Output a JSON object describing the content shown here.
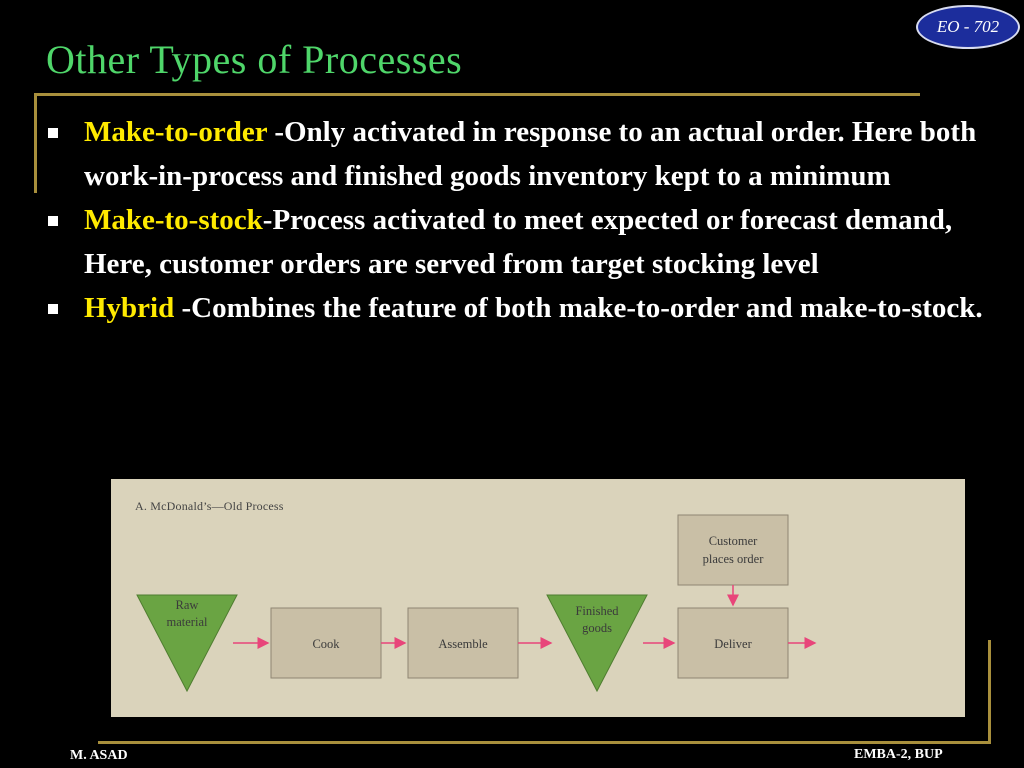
{
  "badge": "EO - 702",
  "title": "Other Types of Processes",
  "bullets": [
    {
      "term": "Make-to-order",
      "text": " -Only activated in response to an actual order. Here both work-in-process and finished goods inventory kept to a minimum"
    },
    {
      "term": "Make-to-stock",
      "text": "-Process activated to meet expected or forecast demand, Here, customer orders are served from target stocking level"
    },
    {
      "term": "Hybrid",
      "text": " -Combines the feature of both make-to-order and make-to-stock."
    }
  ],
  "figure": {
    "caption": "A. McDonald’s—Old Process",
    "nodes": {
      "raw_line1": "Raw",
      "raw_line2": "material",
      "cook": "Cook",
      "assemble": "Assemble",
      "finished_line1": "Finished",
      "finished_line2": "goods",
      "customer_line1": "Customer",
      "customer_line2": "places order",
      "deliver": "Deliver"
    },
    "colors": {
      "triangle": "#6aa443",
      "box": "#c9bfa6",
      "arrow": "#e8457a"
    }
  },
  "footer": {
    "left": "M. ASAD",
    "right": "EMBA-2, BUP"
  }
}
